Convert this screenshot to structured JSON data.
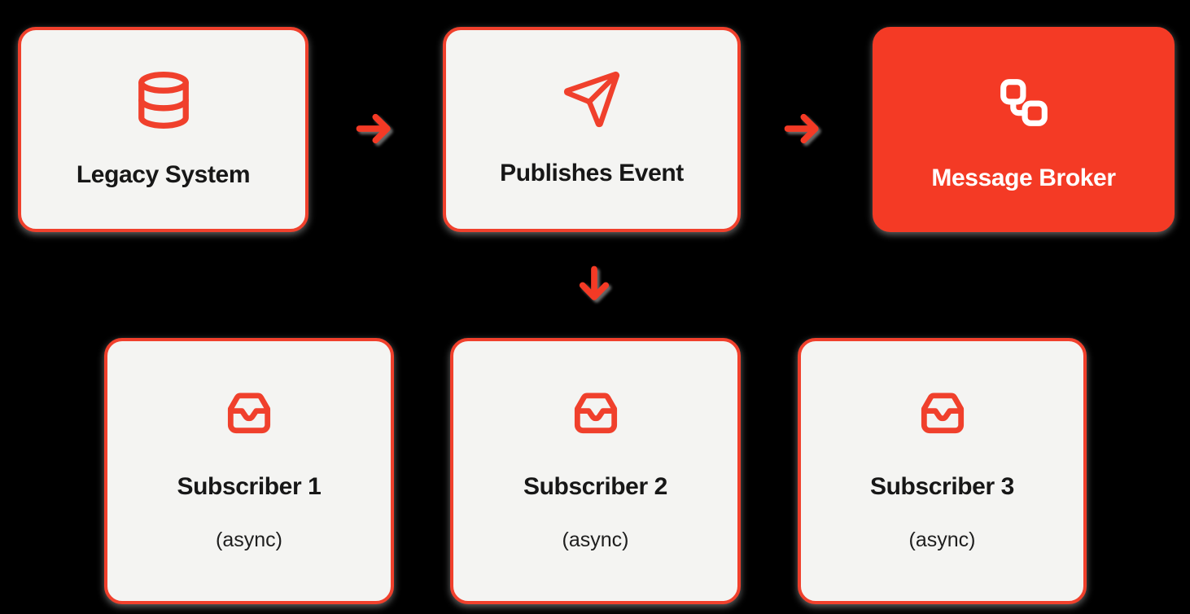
{
  "diagram": {
    "type": "flow-diagram",
    "background": "#000000",
    "colors": {
      "accent_red": "#F43A25",
      "card_border_red": "#F0402C",
      "card_background": "#F4F4F2",
      "text_dark": "#171717",
      "text_on_red": "#FFFFFF",
      "shadow_gray": "#707070"
    },
    "nodes": [
      {
        "id": "legacy-system",
        "label": "Legacy System",
        "icon": "database-icon",
        "variant": "light",
        "row": "top"
      },
      {
        "id": "publishes-event",
        "label": "Publishes Event",
        "icon": "send-icon",
        "variant": "light",
        "row": "top"
      },
      {
        "id": "message-broker",
        "label": "Message Broker",
        "icon": "workflow-icon",
        "variant": "red",
        "row": "top"
      },
      {
        "id": "subscriber-1",
        "label": "Subscriber 1",
        "sublabel": "(async)",
        "icon": "inbox-icon",
        "variant": "light",
        "row": "bottom"
      },
      {
        "id": "subscriber-2",
        "label": "Subscriber 2",
        "sublabel": "(async)",
        "icon": "inbox-icon",
        "variant": "light",
        "row": "bottom"
      },
      {
        "id": "subscriber-3",
        "label": "Subscriber 3",
        "sublabel": "(async)",
        "icon": "inbox-icon",
        "variant": "light",
        "row": "bottom"
      }
    ],
    "connectors": [
      {
        "id": "arrow-1",
        "from": "legacy-system",
        "to": "publishes-event",
        "direction": "right"
      },
      {
        "id": "arrow-2",
        "from": "publishes-event",
        "to": "message-broker",
        "direction": "right"
      },
      {
        "id": "arrow-3",
        "from": "publishes-event",
        "to": "subscriber-2",
        "direction": "down"
      }
    ]
  }
}
